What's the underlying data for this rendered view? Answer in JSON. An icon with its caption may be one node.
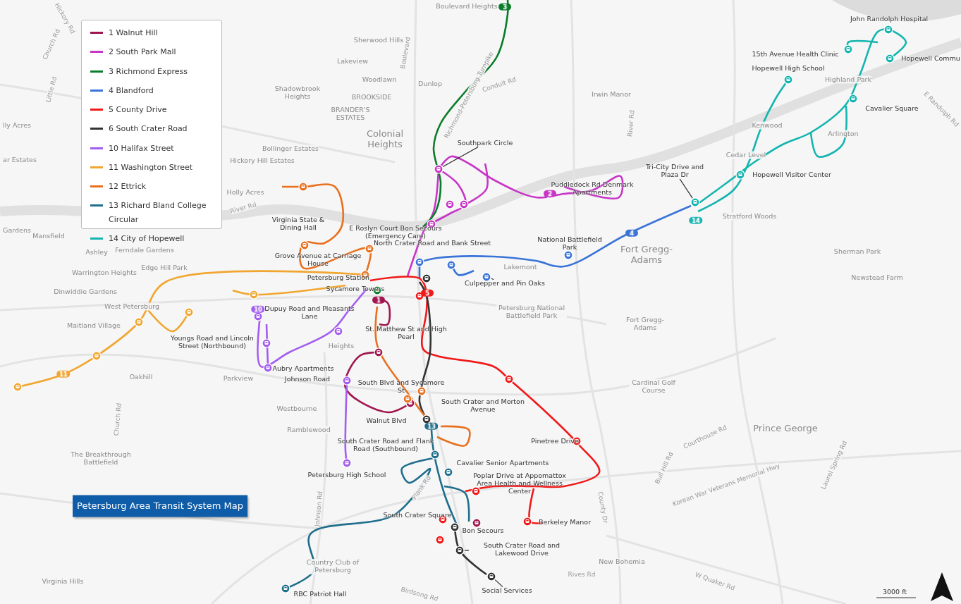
{
  "diagram": {
    "nodes": [
      {
        "text": [
          "Petersburg Area Transit System Map"
        ]
      },
      {
        "text": [
          "Southpark Circle"
        ]
      },
      {
        "text": [],
        "shape": "circle"
      },
      {
        "text": [
          "Culpepper and Pin Oaks"
        ]
      },
      {
        "text": [],
        "shape": "circle"
      },
      {
        "text": [
          "Tri-City Drive and Plaza Dr"
        ]
      },
      {
        "text": [],
        "shape": "circle"
      },
      {
        "text": [
          "South Crater Road and Lakewood Drive"
        ]
      },
      {
        "text": [],
        "shape": "circle"
      },
      {
        "text": [
          "Social Services"
        ]
      },
      {
        "text": [],
        "shape": "circle"
      }
    ],
    "edges": [
      {
        "from": 1,
        "to": 2,
        "arrow": "none"
      },
      {
        "from": 3,
        "to": 4,
        "arrow": "none"
      },
      {
        "from": 5,
        "to": 6,
        "arrow": "none"
      },
      {
        "from": 7,
        "to": 8,
        "arrow": "none"
      },
      {
        "from": 9,
        "to": 10,
        "arrow": "none"
      }
    ],
    "labels": [
      "Boulevard Heights",
      "Sherwood Hills",
      "Lakeview",
      "Woodlawn",
      "Dunlop",
      "Shadowbrook Heights",
      "BROOKSIDE",
      "BRANDER'S ESTATES",
      "Colonial Heights",
      "Bollinger Estates",
      "Hickory Hill Estates",
      "Holly Acres",
      "Irwin Manor",
      "lly Acres",
      "ar Estates",
      "Gardens",
      "Mansfield",
      "Ashley",
      "Ferndale Gardens",
      "Edge Hill Park",
      "Warrington Heights",
      "Dinwiddie Gardens",
      "West Petersburg",
      "Maitland Village",
      "Oakhill",
      "Parkview",
      "Heights",
      "Westbourne",
      "Ramblewood",
      "The Breakthrough Battlefield",
      "Virginia Hills",
      "Country Club of Petersburg",
      "Lakemont",
      "Petersburg National Battlefield Park",
      "Fort Gregg-Adams",
      "Fort Gregg-Adams",
      "Cardinal Golf Course",
      "Prince George",
      "Sherman Park",
      "Newstead Farm",
      "Stratford Woods",
      "Kenwood",
      "Arlington",
      "Highland Park",
      "Cedar Level",
      "New Bohemia",
      "Hickory Rd",
      "Church Rd",
      "Little Rd",
      "Boulevard",
      "Richmond-Petersburg Turnpike",
      "Conduit Rd",
      "River Rd",
      "River Rd",
      "Church Rd",
      "Johnson Rd",
      "Flank Rd",
      "County Dr",
      "Bull Hill Rd",
      "Courthouse Rd",
      "Korean War Veterans Memorial Hwy",
      "Laurel Spring Rd",
      "Rives Rd",
      "W Quaker Rd",
      "Birdsong Rd",
      "E Randolph Rd",
      "John Randolph Hospital",
      "15th Avenue Health Clinic",
      "Hopewell High School",
      "Hopewell Commu",
      "Cavalier Square",
      "Hopewell Visitor Center",
      "E Roslyn Court Bon Secours (Emergency Care)",
      "Puddledock Rd Denmark Apartments",
      "Virginia State & Dining Hall",
      "North Crater Road and Bank Street",
      "National Battlefield Park",
      "Grove Avenue at Carriage House",
      "Petersburg Station",
      "Sycamore Towers",
      "Dupuy Road and Pleasants Lane",
      "St. Matthew St and High Pearl",
      "Youngs Road and Lincoln Street (Northbound)",
      "Aubry Apartments",
      "Johnson Road",
      "South Blvd and Sycamore St",
      "South Crater and Morton Avenue",
      "Walnut Blvd",
      "South Crater Road and Flank Road (Southbound)",
      "Petersburg High School",
      "Cavalier Senior Apartments",
      "Pinetree Drive",
      "Poplar Drive at Appomattox Area Health and Wellness Center",
      "South Crater Square",
      "Bon Secours",
      "Berkeley Manor",
      "RBC Patriot Hall",
      "3000 ft",
      "1",
      "2",
      "3",
      "4",
      "5",
      "10",
      "11",
      "13",
      "14"
    ],
    "legend": [
      {
        "text": "1 Walnut Hill",
        "color": "#a0174f"
      },
      {
        "text": "2 South Park Mall",
        "color": "#c736c7"
      },
      {
        "text": "3 Richmond Express",
        "color": "#0a7d2a"
      },
      {
        "text": "4 Blandford",
        "color": "#3a74d8"
      },
      {
        "text": "5 County Drive",
        "color": "#f01818"
      },
      {
        "text": "6 South Crater Road",
        "color": "#333333"
      },
      {
        "text": "10 Halifax Street",
        "color": "#a35cf0"
      },
      {
        "text": "11 Washington Street",
        "color": "#f0a630"
      },
      {
        "text": "12 Ettrick",
        "color": "#e8701e"
      },
      {
        "text": "13 Richard Bland College Circular",
        "color": "#1f6e8c"
      },
      {
        "text": "14 City of Hopewell",
        "color": "#14b5b0"
      }
    ]
  }
}
